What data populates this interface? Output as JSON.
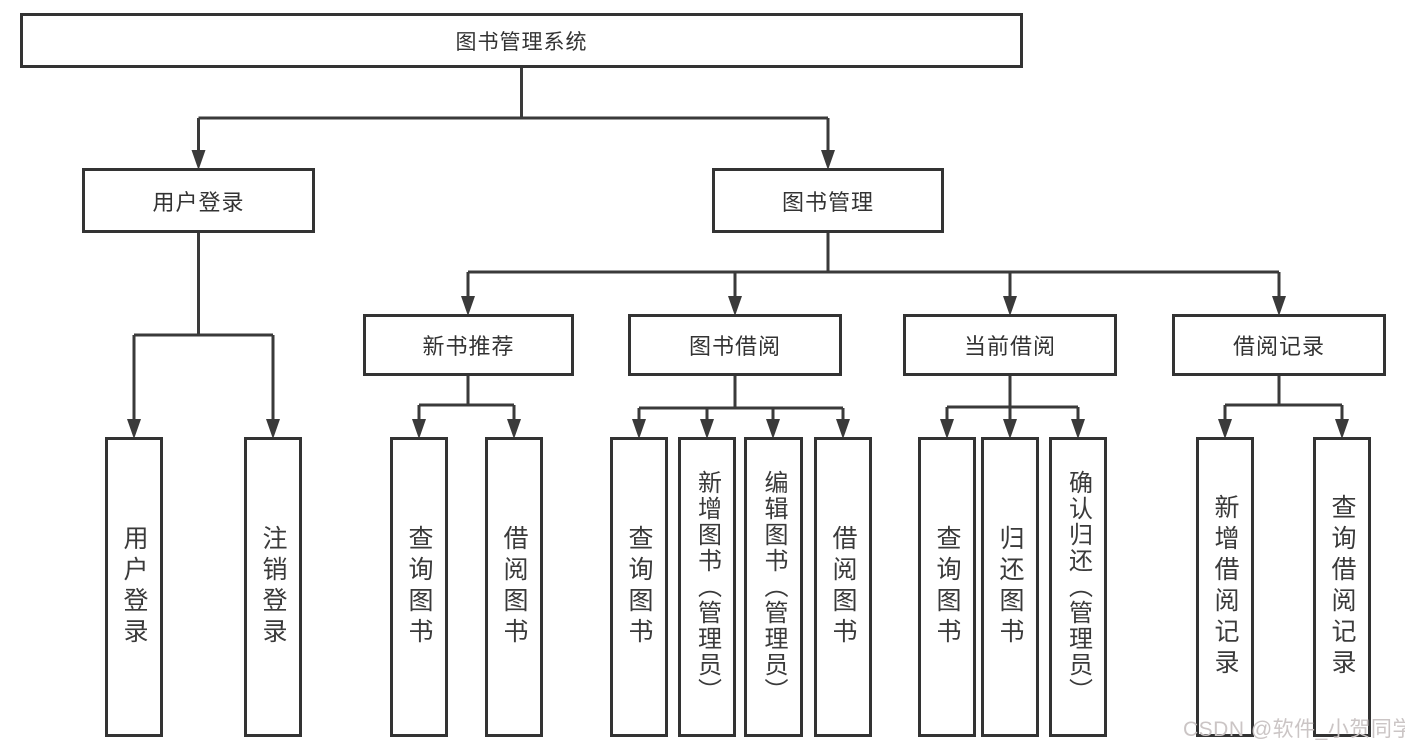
{
  "tree": {
    "label": "图书管理系统",
    "children": [
      {
        "label": "用户登录",
        "children": [
          {
            "label": "用户登录"
          },
          {
            "label": "注销登录"
          }
        ]
      },
      {
        "label": "图书管理",
        "children": [
          {
            "label": "新书推荐",
            "children": [
              {
                "label": "查询图书"
              },
              {
                "label": "借阅图书"
              }
            ]
          },
          {
            "label": "图书借阅",
            "children": [
              {
                "label": "查询图书"
              },
              {
                "label": "新增图书（管理员）"
              },
              {
                "label": "编辑图书（管理员）"
              },
              {
                "label": "借阅图书"
              }
            ]
          },
          {
            "label": "当前借阅",
            "children": [
              {
                "label": "查询图书"
              },
              {
                "label": "归还图书"
              },
              {
                "label": "确认归还（管理员）"
              }
            ]
          },
          {
            "label": "借阅记录",
            "children": [
              {
                "label": "新增借阅记录"
              },
              {
                "label": "查询借阅记录"
              }
            ]
          }
        ]
      }
    ]
  },
  "watermark": {
    "text": "CSDN @软件_小贺同学"
  },
  "colors": {
    "background": "#ffffff",
    "box_border": "#333333",
    "connector_line": "#3a3a3a",
    "text": "#333333",
    "watermark_text": "#cbc5c5"
  }
}
